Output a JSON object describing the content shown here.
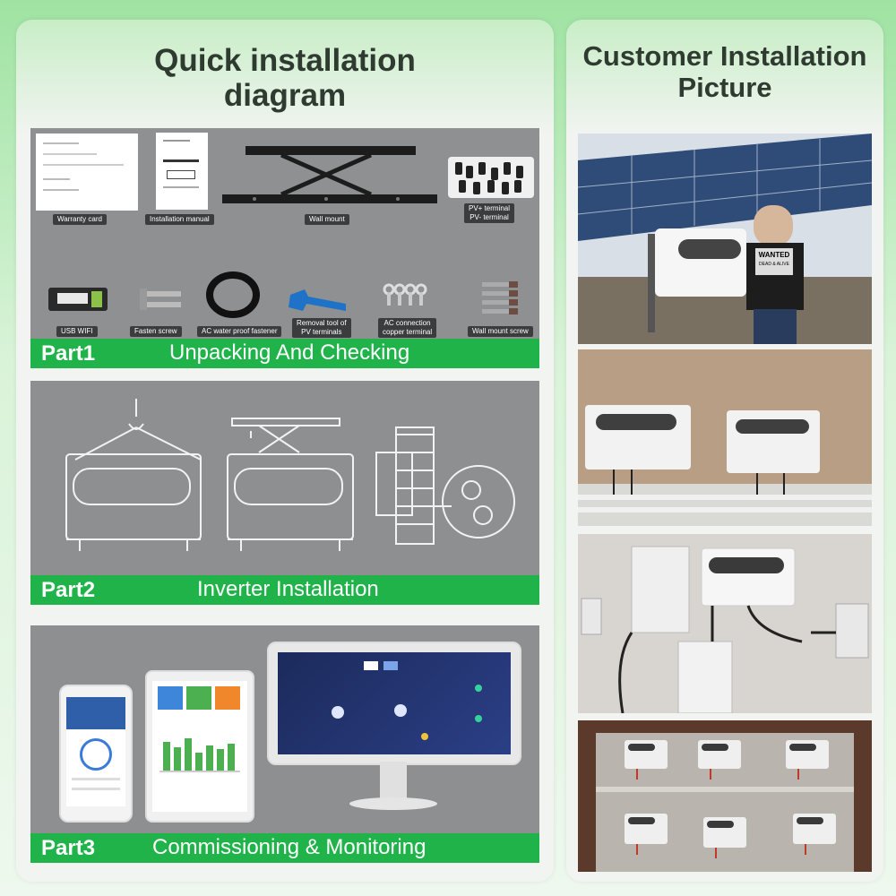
{
  "left": {
    "title_line1": "Quick installation",
    "title_line2": "diagram"
  },
  "right": {
    "title_line1": "Customer Installation",
    "title_line2": "Picture"
  },
  "parts": [
    {
      "part": "Part1",
      "title": "Unpacking And Checking"
    },
    {
      "part": "Part2",
      "title": "Inverter Installation"
    },
    {
      "part": "Part3",
      "title": "Commissioning & Monitoring"
    }
  ],
  "items": {
    "warranty": "Warranty card",
    "manual": "Installation manual",
    "wallmount": "Wall mount",
    "pv_line1": "PV+ terminal",
    "pv_line2": "PV- terminal",
    "usb": "USB WIFI",
    "fasten": "Fasten screw",
    "ac_fastener": "AC water proof fastener",
    "removal_line1": "Removal tool of",
    "removal_line2": "PV terminals",
    "ac_conn_line1": "AC connection",
    "ac_conn_line2": "copper terminal",
    "wallscrew": "Wall mount screw"
  },
  "photo_text": {
    "wanted_line1": "WANTED",
    "wanted_line2": "DEAD & ALIVE"
  },
  "colors": {
    "accent_green": "#1fb34a",
    "panel_grey": "#8f9091",
    "title": "#2f3b31"
  }
}
